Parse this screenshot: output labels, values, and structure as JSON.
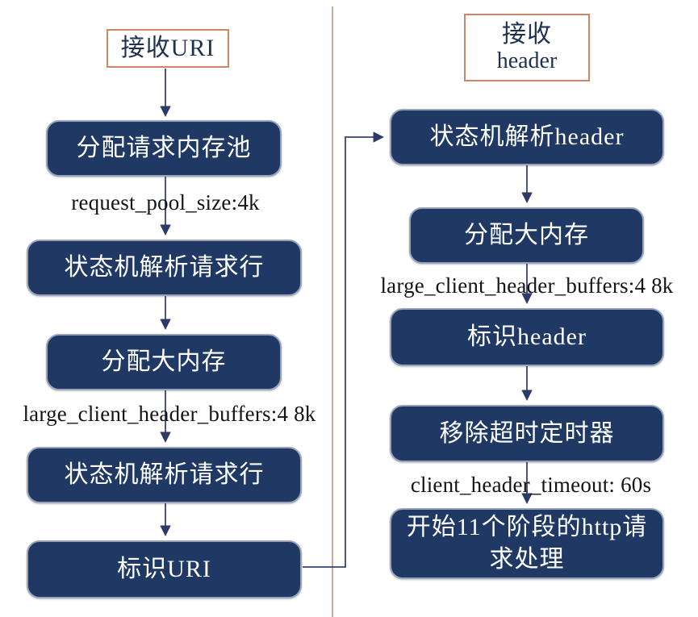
{
  "left": {
    "start": "接收URI",
    "nodes": [
      "分配请求内存池",
      "状态机解析请求行",
      "分配大内存",
      "状态机解析请求行",
      "标识URI"
    ],
    "annotations": [
      "request_pool_size:4k",
      "large_client_header_buffers:4 8k"
    ]
  },
  "right": {
    "start_line1": "接收",
    "start_line2": "header",
    "nodes": [
      "状态机解析header",
      "分配大内存",
      "标识header",
      "移除超时定时器",
      "开始11个阶段的http请求处理"
    ],
    "annotations": [
      "large_client_header_buffers:4 8k",
      "client_header_timeout: 60s"
    ]
  },
  "colors": {
    "node_fill": "#1f3864",
    "node_border": "#9aa3b8",
    "node_text": "#ffffff",
    "terminal_border": "#d08468",
    "terminal_text": "#1f3050",
    "arrow": "#36436e",
    "divider": "#c9a79b",
    "annotation_text": "#141414"
  }
}
